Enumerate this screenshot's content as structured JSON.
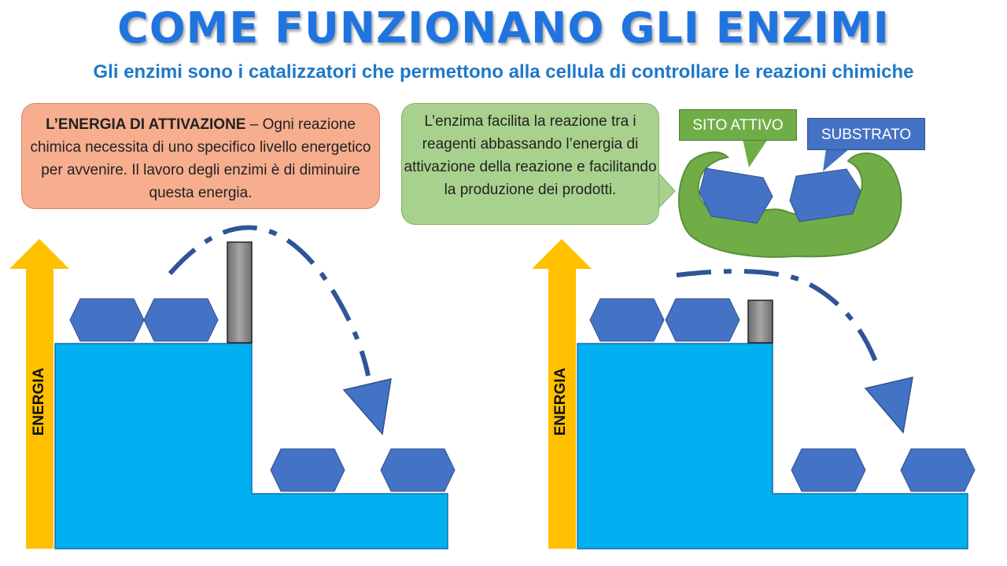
{
  "title": "COME FUNZIONANO GLI ENZIMI",
  "subtitle": "Gli enzimi sono i catalizzatori che permettono alla cellula di controllare le reazioni chimiche",
  "left_callout": {
    "bold": "L’ENERGIA DI ATTIVAZIONE",
    "text": " – Ogni reazione chimica necessita di uno specifico livello energetico per avvenire. Il lavoro degli enzimi è di diminuire questa energia."
  },
  "right_callout": {
    "text": "L’enzima facilita la reazione tra i reagenti abbassando l’energia di attivazione della reazione e facilitando la produzione dei prodotti."
  },
  "labels": {
    "active_site": "SITO ATTIVO",
    "substrate": "SUBSTRATO",
    "energy_axis": "ENERGIA"
  },
  "colors": {
    "title": "#1F74E0",
    "level": "#00B0F0",
    "arrow": "#FFC000",
    "molecule": "#4472C4",
    "enzyme": "#70AD47",
    "barrier": "#808080"
  }
}
